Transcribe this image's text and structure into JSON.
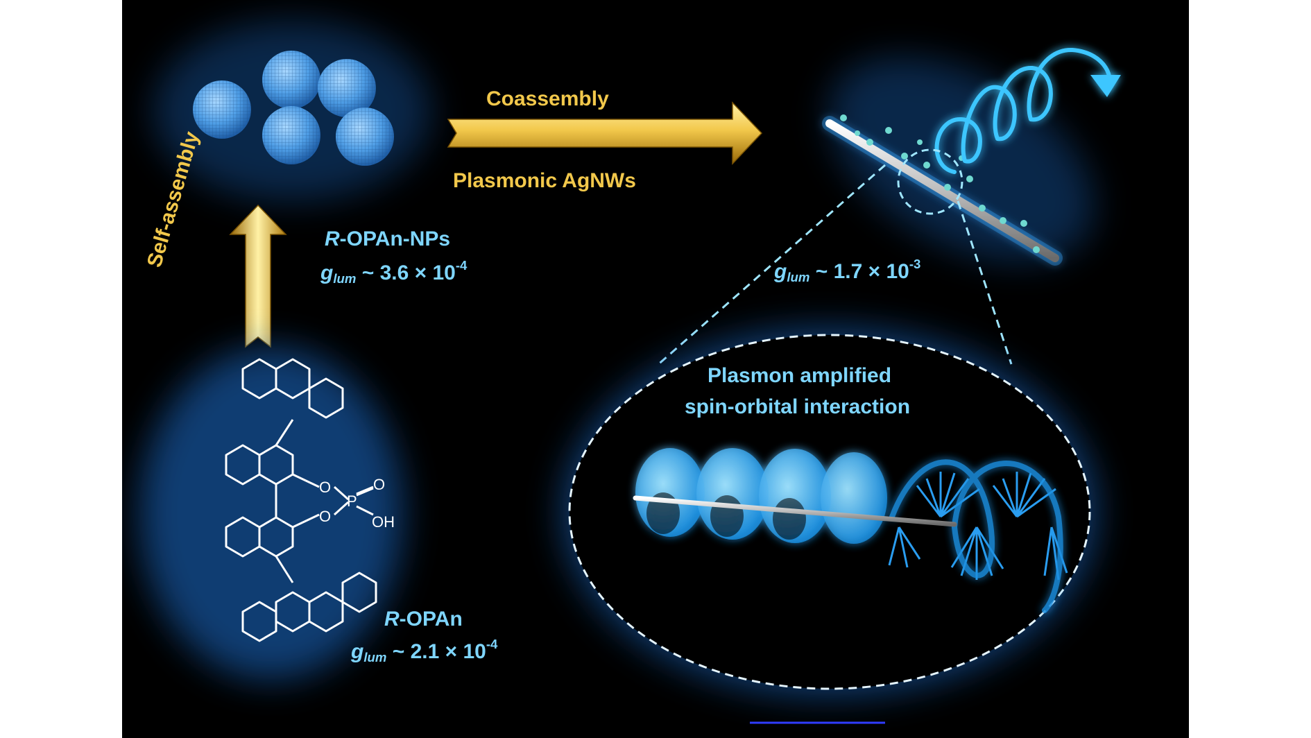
{
  "labels": {
    "coassembly": "Coassembly",
    "plasmonic": "Plasmonic AgNWs",
    "self_assembly": "Self-assembly",
    "nps_prefix": "R",
    "nps_name": "-OPAn-NPs",
    "nps_g_symbol": "g",
    "nps_g_sub": "lum",
    "nps_g_value": " ~ 3.6 × 10",
    "nps_g_exp": "-4",
    "wire_g_symbol": "g",
    "wire_g_sub": "lum",
    "wire_g_value": " ~ 1.7 × 10",
    "wire_g_exp": "-3",
    "zoom_line1": "Plasmon amplified",
    "zoom_line2": "spin-orbital interaction",
    "mol_prefix": "R",
    "mol_name": "-OPAn",
    "mol_g_symbol": "g",
    "mol_g_sub": "lum",
    "mol_g_value": " ~ 2.1 × 10",
    "mol_g_exp": "-4",
    "atom_o1": "O",
    "atom_o2": "O",
    "atom_p": "P",
    "atom_o3": "O",
    "atom_oh": "OH"
  },
  "colors": {
    "background": "#000000",
    "arrow_gold": "#f2c84b",
    "label_cyan": "#7fd6ff",
    "glow_blue": "#1e90ff"
  }
}
